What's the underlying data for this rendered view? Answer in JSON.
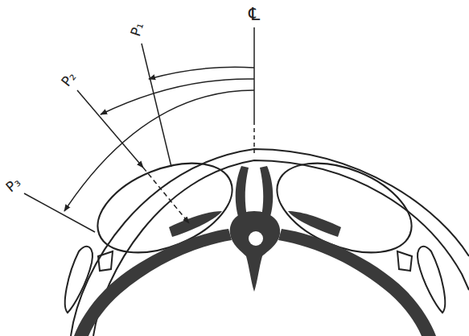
{
  "diagram": {
    "labels": [
      "℄",
      "P₁",
      "P₂",
      "P₃"
    ]
  }
}
